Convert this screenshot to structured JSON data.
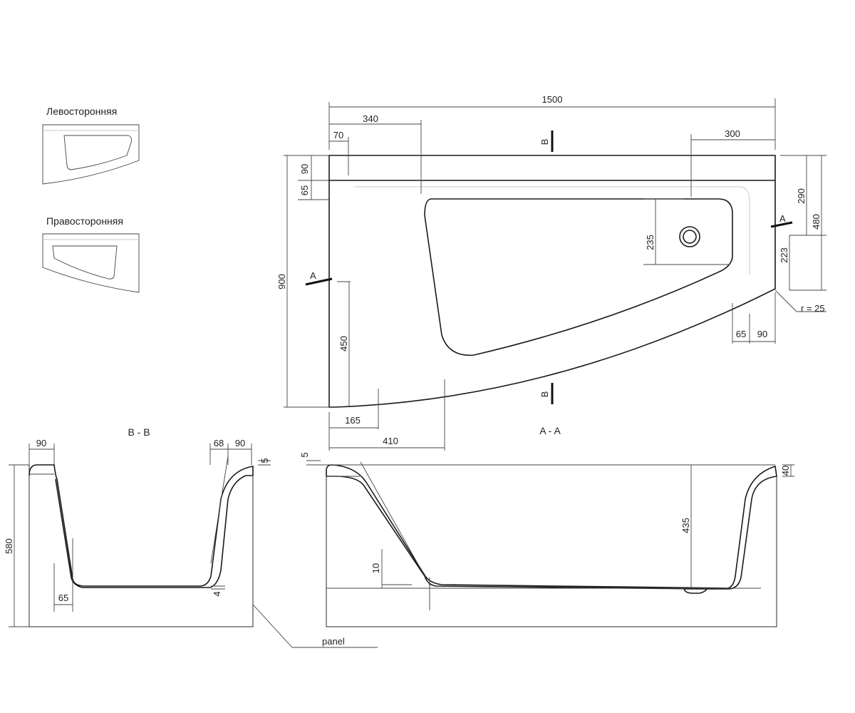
{
  "variants": {
    "left_label": "Левосторонняя",
    "right_label": "Правосторонняя"
  },
  "plan": {
    "dimensions": {
      "total_length": "1500",
      "offset_340": "340",
      "offset_70": "70",
      "offset_300": "300",
      "rim_90_left": "90",
      "rim_65_left": "65",
      "width_900": "900",
      "depth_450": "450",
      "drain_235": "235",
      "right_290": "290",
      "right_480": "480",
      "right_223": "223",
      "radius": "r = 25",
      "bottom_65": "65",
      "bottom_90": "90",
      "bottom_165": "165",
      "bottom_410": "410"
    },
    "section_marks": {
      "a": "A",
      "b": "B"
    }
  },
  "section_bb": {
    "title": "B - B",
    "dimensions": {
      "rim_90_left": "90",
      "rim_68": "68",
      "rim_90_right": "90",
      "top_5": "5",
      "height_580": "580",
      "bottom_65": "65",
      "bottom_4": "4"
    },
    "panel_label": "panel"
  },
  "section_aa": {
    "title": "A - A",
    "dimensions": {
      "top_5": "5",
      "top_40": "40",
      "depth_435": "435",
      "slope_10": "10"
    }
  }
}
